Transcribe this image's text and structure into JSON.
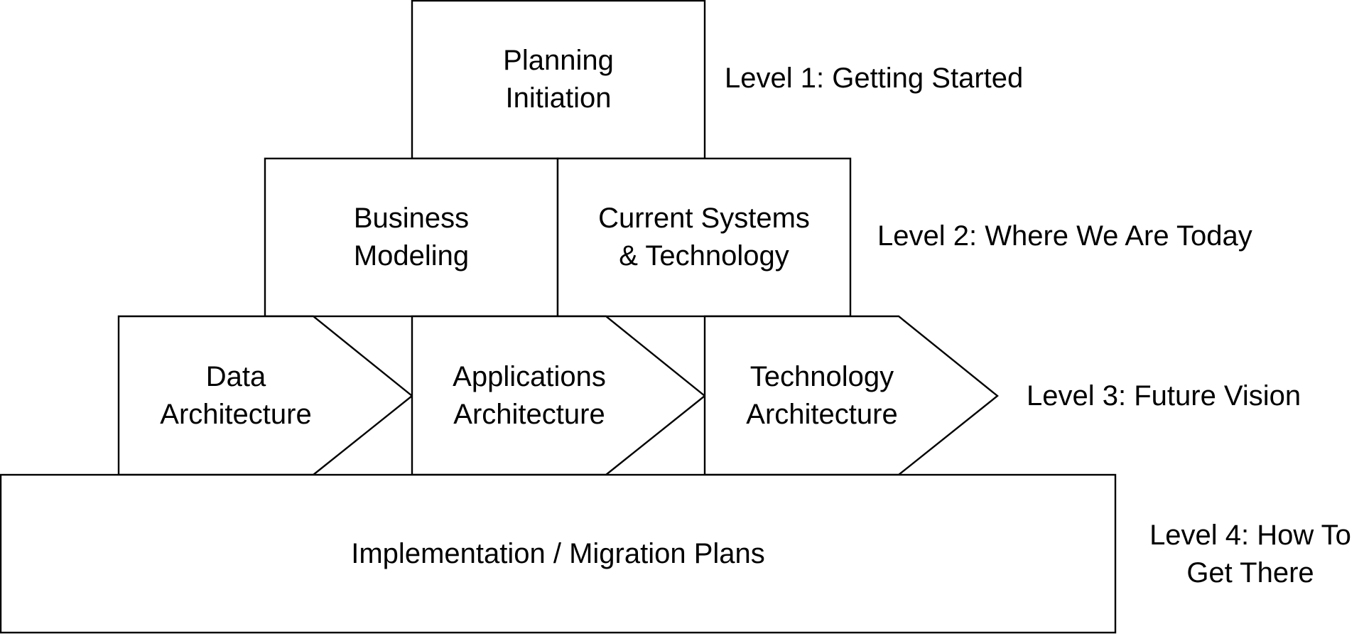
{
  "diagram": {
    "colors": {
      "stroke": "#000000",
      "fill": "#ffffff",
      "text": "#000000"
    },
    "boxes": {
      "planning_initiation": "Planning\nInitiation",
      "business_modeling": "Business\nModeling",
      "current_systems": "Current Systems\n& Technology",
      "data_architecture": "Data\nArchitecture",
      "applications_architecture": "Applications\nArchitecture",
      "technology_architecture": "Technology\nArchitecture",
      "implementation_plans": "Implementation / Migration Plans"
    },
    "levels": {
      "level1": "Level 1: Getting Started",
      "level2": "Level 2: Where We Are Today",
      "level3": "Level 3: Future Vision",
      "level4": "Level 4: How To\nGet There"
    }
  }
}
